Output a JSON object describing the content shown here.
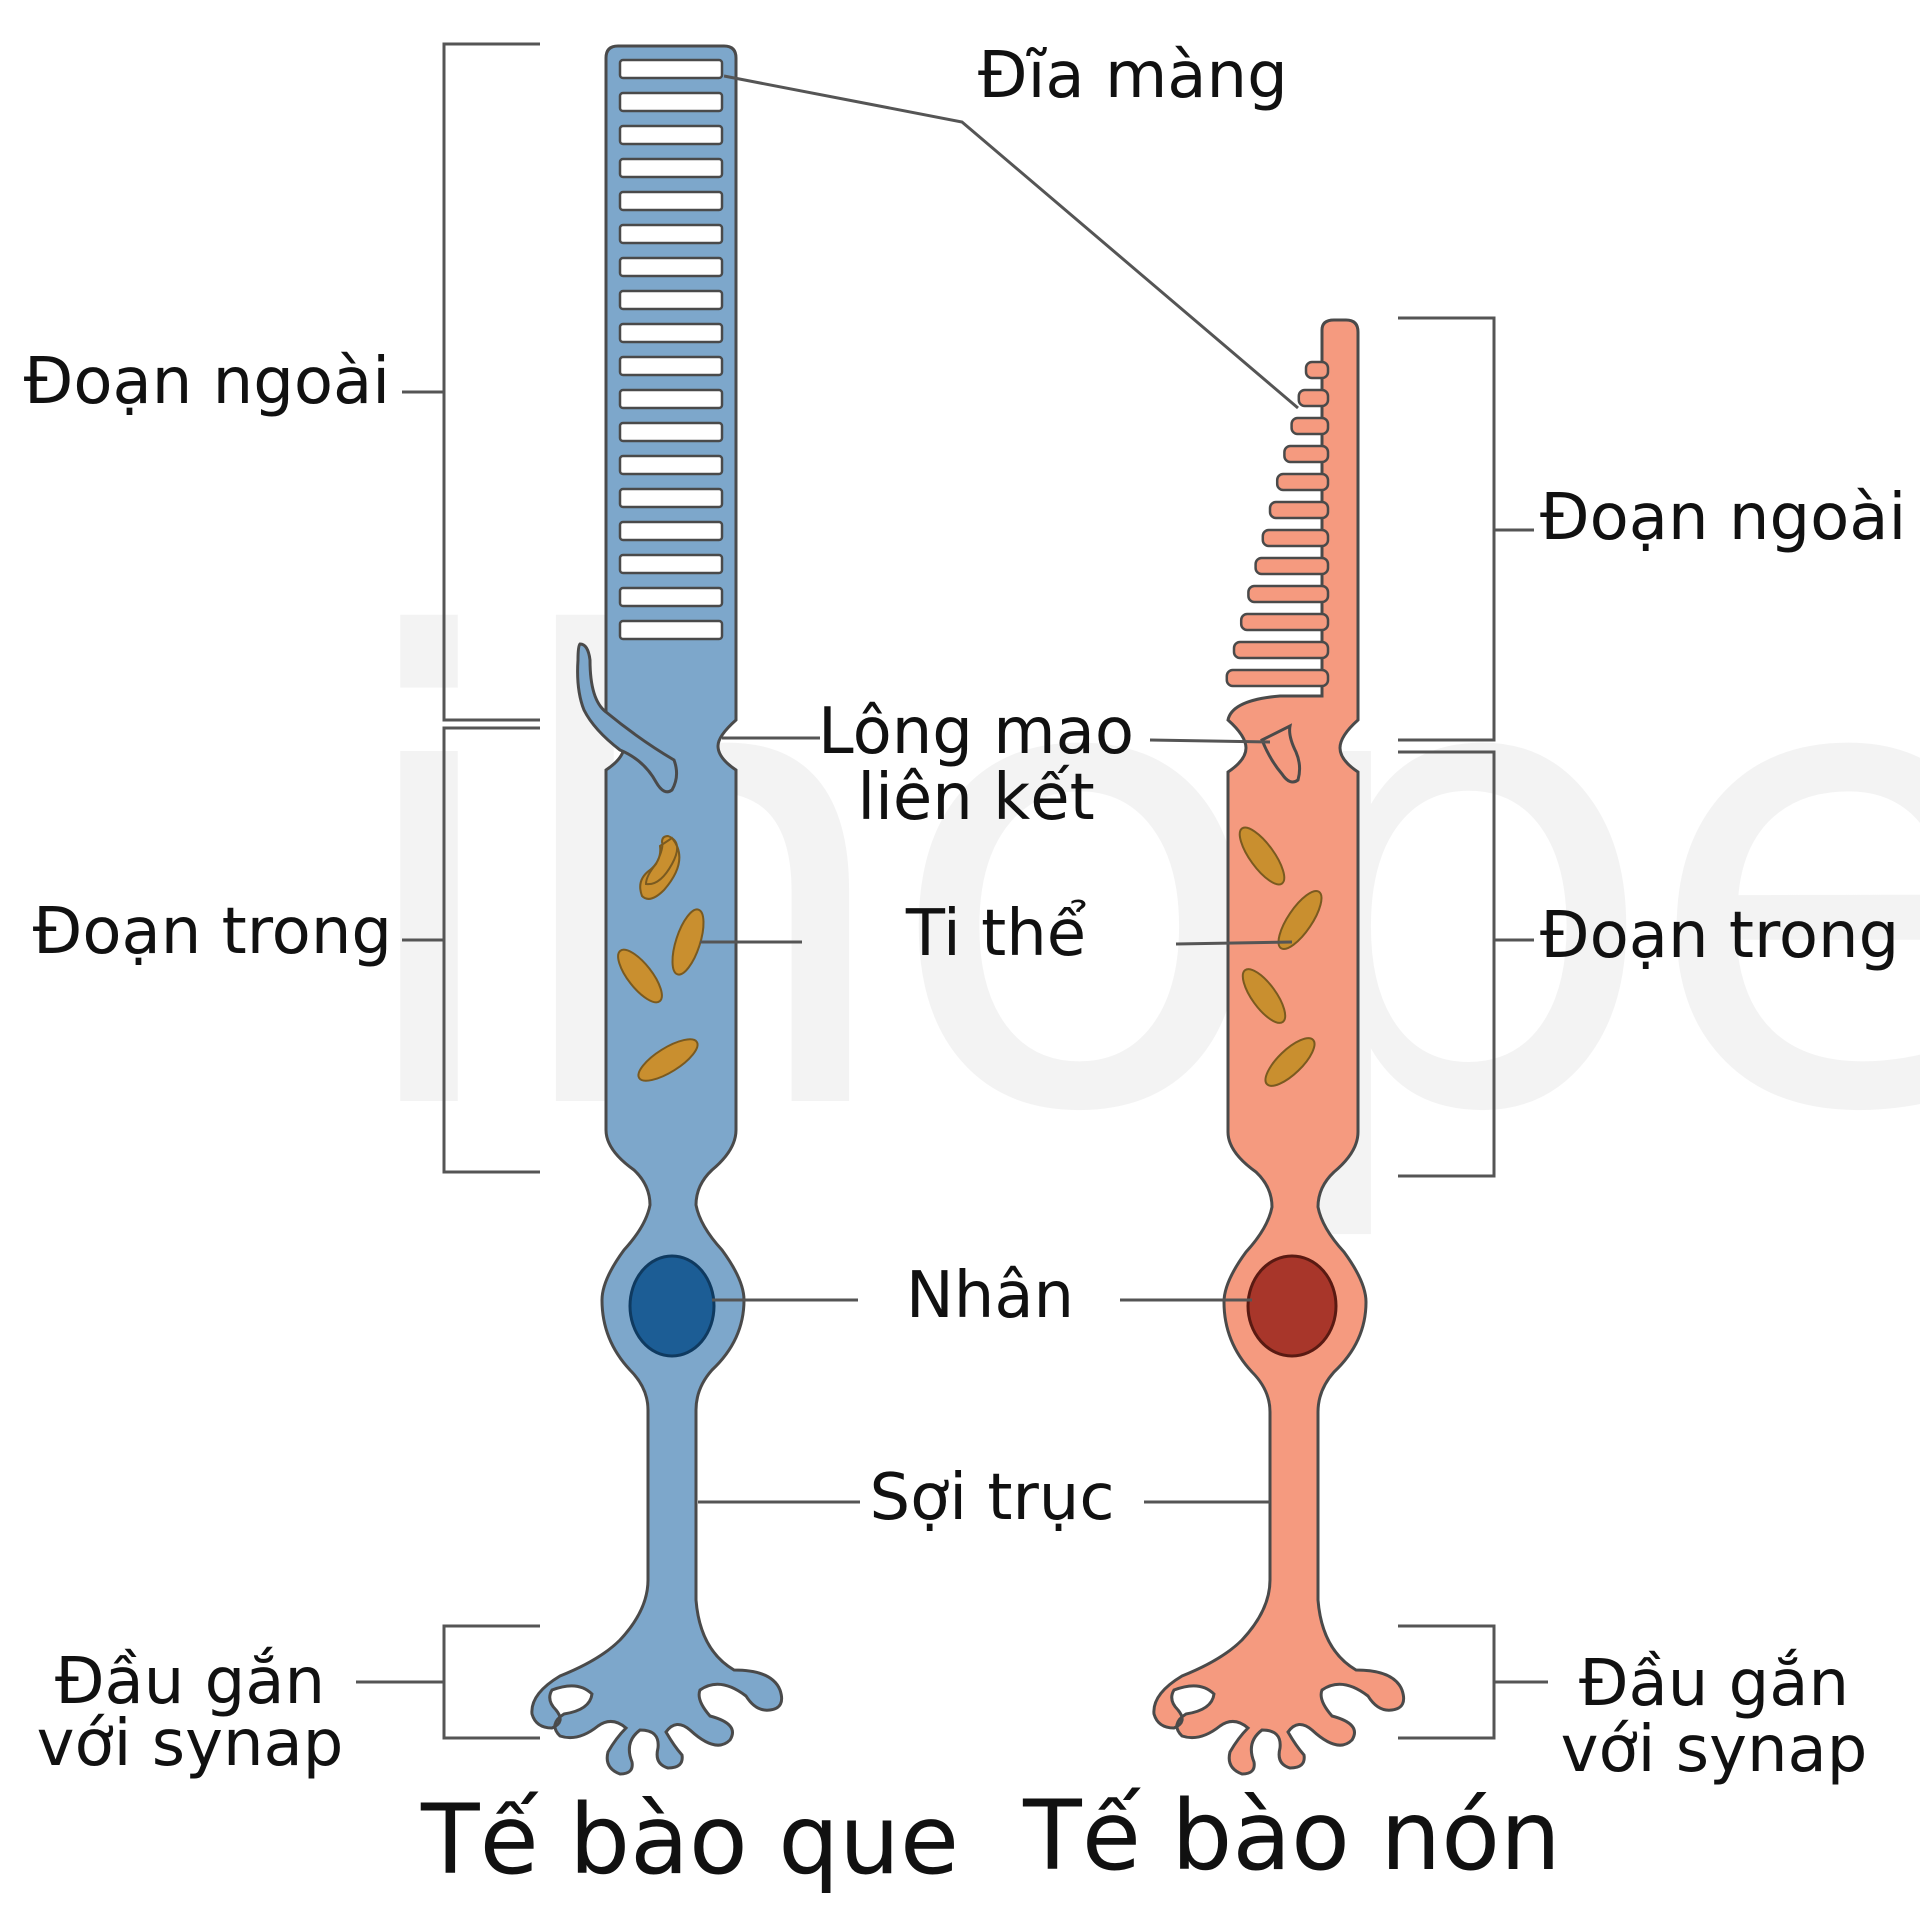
{
  "watermark": "ihope",
  "labels": {
    "membrane_discs": "Đĩa màng",
    "rod_outer_segment": "Đoạn ngoài",
    "rod_inner_segment": "Đoạn trong",
    "rod_synaptic_terminal_1": "Đầu gắn",
    "rod_synaptic_terminal_2": "với synap",
    "cilium_1": "Lông mao",
    "cilium_2": "liên kết",
    "mitochondria": "Ti thể",
    "nucleus": "Nhân",
    "axon": "Sợi trục",
    "cone_outer_segment": "Đoạn ngoài",
    "cone_inner_segment": "Đoạn trong",
    "cone_synaptic_terminal_1": "Đầu gắn",
    "cone_synaptic_terminal_2": "với synap"
  },
  "titles": {
    "rod": "Tế bào que",
    "cone": "Tế bào nón"
  },
  "colors": {
    "rod_fill": "#7da7cb",
    "rod_nucleus": "#1c5d95",
    "cone_fill": "#f59a7f",
    "cone_nucleus": "#a8362a",
    "mitochondria": "#c98f2f",
    "outline": "#4a4a4a",
    "leader": "#555555"
  }
}
